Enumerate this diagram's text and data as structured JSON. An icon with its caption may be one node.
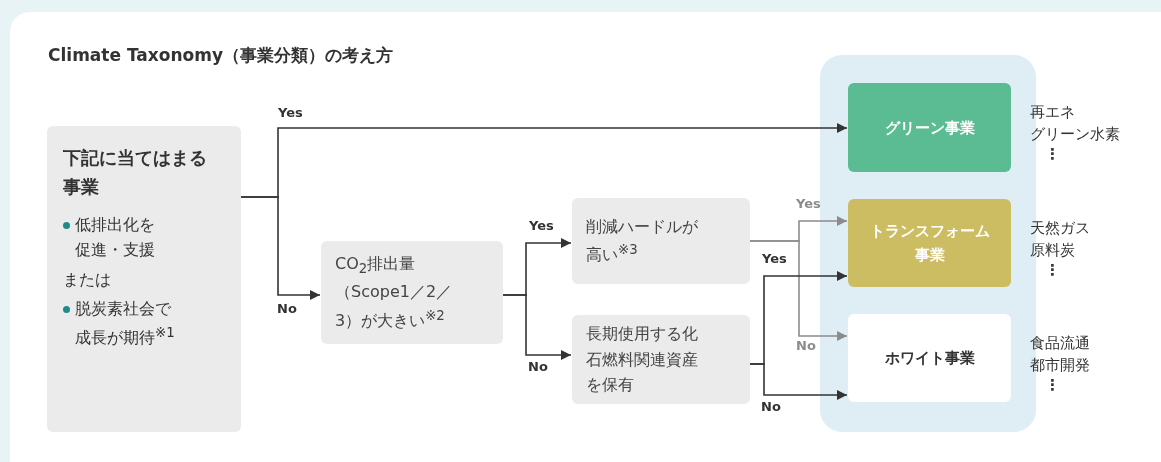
{
  "diagram": {
    "title": "Climate Taxonomy（事業分類）の考え方",
    "nodes": [
      {
        "text": [
          "下記に当てはまる事業",
          "低排出化を促進・支援",
          "または",
          "脱炭素社会で成長が期待$^{※1}$"
        ]
      },
      {
        "text": [
          "CO$_{2}$排出量（Scope1／2／3）が大きい$^{※2}$"
        ]
      },
      {
        "text": [
          "削減ハードルが高い$^{※3}$"
        ]
      },
      {
        "text": [
          "長期使用する化石燃料関連資産を保有"
        ]
      },
      {
        "text": [],
        "shape": "box"
      },
      {
        "text": [
          "グリーン事業"
        ],
        "in": 4,
        "beside": [
          "再エネ",
          "グリーン水素",
          "⋮"
        ]
      },
      {
        "text": [
          "トランスフォーム事業"
        ],
        "in": 4,
        "beside": [
          "天然ガス",
          "原料炭",
          "⋮"
        ]
      },
      {
        "text": [
          "ホワイト事業"
        ],
        "in": 4,
        "beside": [
          "食品流通",
          "都市開発",
          "⋮"
        ]
      }
    ],
    "edges": [
      {
        "from": 0,
        "to": 5,
        "arrow": "to",
        "label": "Yes"
      },
      {
        "from": 0,
        "to": 1,
        "arrow": "to",
        "label": "No"
      },
      {
        "from": 1,
        "to": 2,
        "arrow": "to",
        "label": "Yes"
      },
      {
        "from": 1,
        "to": 3,
        "arrow": "to",
        "label": "No"
      },
      {
        "from": 2,
        "to": 6,
        "arrow": "to",
        "label": "Yes",
        "color": "#8c8c8c"
      },
      {
        "from": 2,
        "to": 7,
        "arrow": "to",
        "label": "No",
        "color": "#8c8c8c"
      },
      {
        "from": 3,
        "to": 6,
        "arrow": "to",
        "label": "Yes"
      },
      {
        "from": 3,
        "to": 7,
        "arrow": "to",
        "label": "No"
      }
    ]
  }
}
